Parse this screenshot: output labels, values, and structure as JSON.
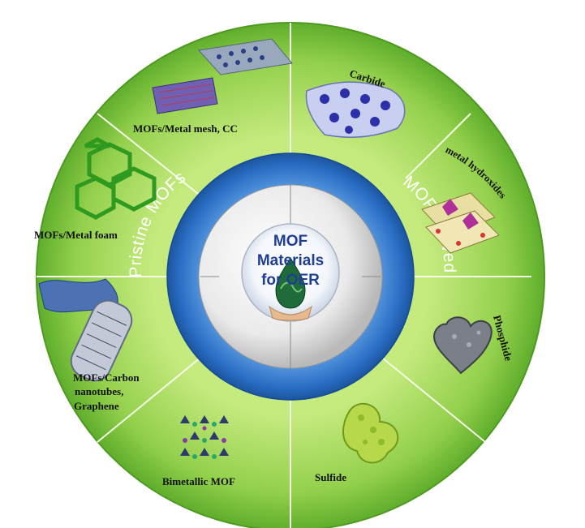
{
  "center": {
    "line1": "MOF",
    "line2": "Materials",
    "line3": "for OER"
  },
  "ring": {
    "left": "Pristine MOFs",
    "right": "MOF derived"
  },
  "segments": {
    "metal_mesh": "MOFs/Metal mesh, CC",
    "metal_foam": "MOFs/Metal foam",
    "carbon_line1": "MOFs/Carbon",
    "carbon_line2": "nanotubes,",
    "carbon_line3": "Graphene",
    "bimetallic": "Bimetallic MOF",
    "sulfide": "Sulfide",
    "phosphide": "Phosphide",
    "hydroxides": "metal hydroxides",
    "carbide": "Carbide"
  },
  "colors": {
    "outer_green": "#8fcf4a",
    "ring_blue": "#2a6ec5",
    "center_text": "#1f3f93"
  }
}
